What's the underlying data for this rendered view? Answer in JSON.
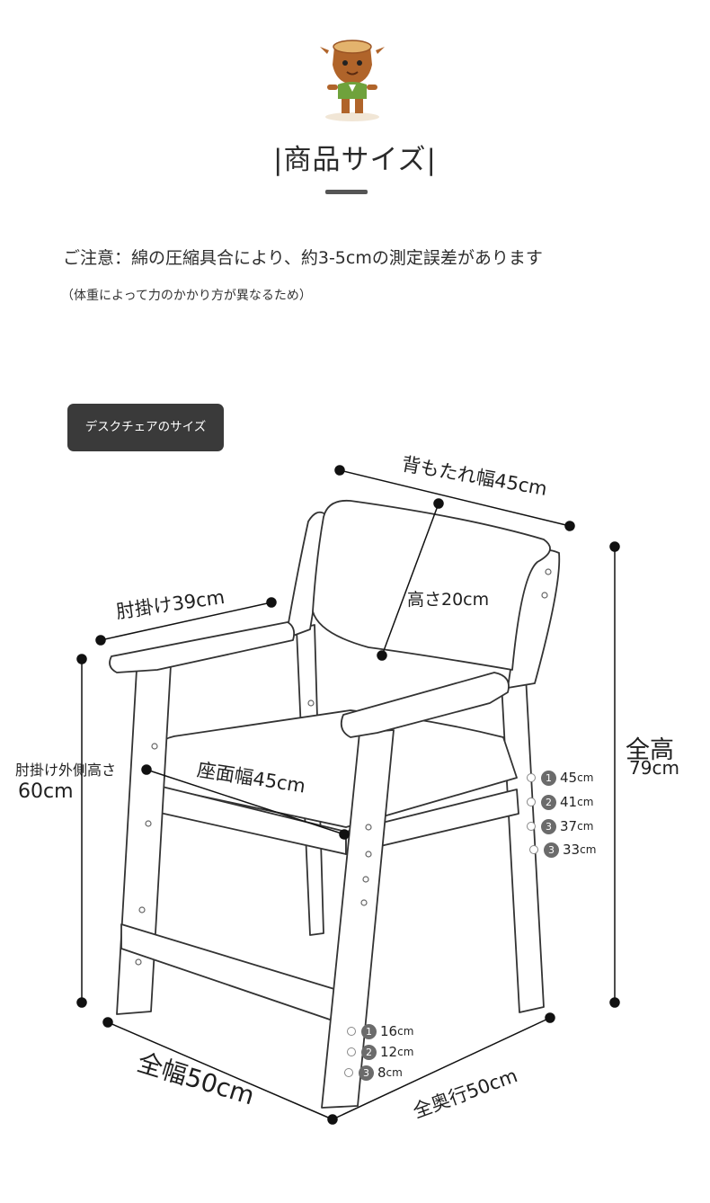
{
  "header": {
    "title": "|商品サイズ|"
  },
  "notice": {
    "main": "ご注意：綿の圧縮具合により、約3-5cmの測定誤差があります",
    "sub": "（体重によって力のかかり方が異なるため）"
  },
  "section_badge": "デスクチェアのサイズ",
  "dimensions": {
    "backrest_width": "背もたれ幅45cm",
    "backrest_height": "高さ20cm",
    "armrest": "肘掛け39cm",
    "armrest_height_label": "肘掛け外側高さ",
    "armrest_height_value": "60cm",
    "seat_width": "座面幅45cm",
    "total_height_label": "全高",
    "total_height_value": "79cm",
    "total_width": "全幅50cm",
    "total_depth": "全奥行50cm"
  },
  "seat_heights": [
    {
      "num": "1",
      "value": "45",
      "unit": "cm"
    },
    {
      "num": "2",
      "value": "41",
      "unit": "cm"
    },
    {
      "num": "3",
      "value": "37",
      "unit": "cm"
    },
    {
      "num": "3",
      "value": "33",
      "unit": "cm"
    }
  ],
  "footrest_heights": [
    {
      "num": "1",
      "value": "16",
      "unit": "cm"
    },
    {
      "num": "2",
      "value": "12",
      "unit": "cm"
    },
    {
      "num": "3",
      "value": "8",
      "unit": "cm"
    }
  ],
  "colors": {
    "badge_bg": "#3a3a3a",
    "mascot_body": "#b0642a",
    "mascot_shirt": "#6fa23c",
    "step_badge": "#6b6b6b"
  }
}
